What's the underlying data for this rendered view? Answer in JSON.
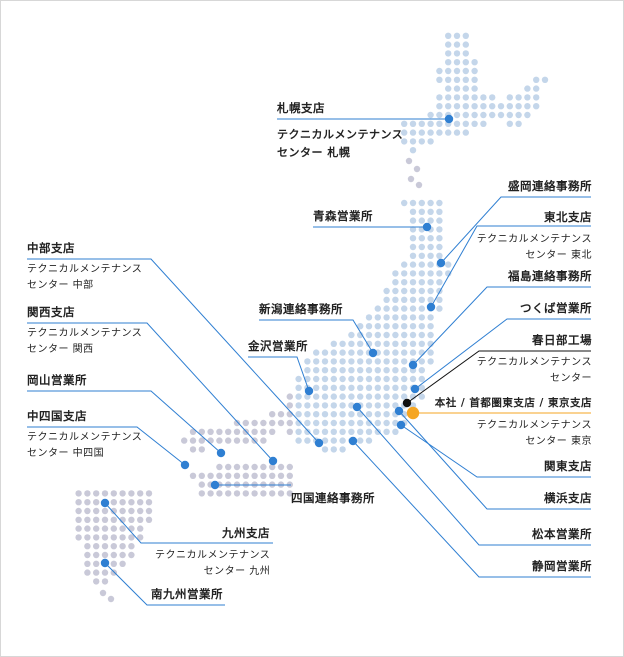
{
  "map": {
    "colors": {
      "dot_region_north": "#c4d6ea",
      "dot_region_west": "#c9c9d8",
      "marker": "#2f7fd2",
      "leader_line": "#2f7fd2",
      "hq_marker": "#f5a623",
      "hq_line": "#f5a623",
      "factory_marker": "#111111"
    },
    "offices": {
      "sapporo": "札幌支店",
      "sapporo_tc": [
        "テクニカルメンテナンス",
        "センター 札幌"
      ],
      "morioka": "盛岡連絡事務所",
      "aomori": "青森営業所",
      "tohoku": "東北支店",
      "tohoku_tc": [
        "テクニカルメンテナンス",
        "センター 東北"
      ],
      "fukushima": "福島連絡事務所",
      "tsukuba": "つくば営業所",
      "kasukabe": "春日部工場",
      "kasukabe_tc": [
        "テクニカルメンテナンス",
        "センター"
      ],
      "hq": "本社 / 首都圏東支店 / 東京支店",
      "tokyo_tc": [
        "テクニカルメンテナンス",
        "センター 東京"
      ],
      "kanto": "関東支店",
      "yokohama": "横浜支店",
      "matsumoto": "松本営業所",
      "shizuoka": "静岡営業所",
      "chubu": "中部支店",
      "chubu_tc": [
        "テクニカルメンテナンス",
        "センター 中部"
      ],
      "kansai": "関西支店",
      "kansai_tc": [
        "テクニカルメンテナンス",
        "センター 関西"
      ],
      "okayama": "岡山営業所",
      "chugoku": "中四国支店",
      "chugoku_tc": [
        "テクニカルメンテナンス",
        "センター 中四国"
      ],
      "niigata": "新潟連絡事務所",
      "kanazawa": "金沢営業所",
      "shikoku": "四国連絡事務所",
      "kyushu": "九州支店",
      "kyushu_tc": [
        "テクニカルメンテナンス",
        "センター 九州"
      ],
      "minamikyushu": "南九州営業所"
    }
  }
}
